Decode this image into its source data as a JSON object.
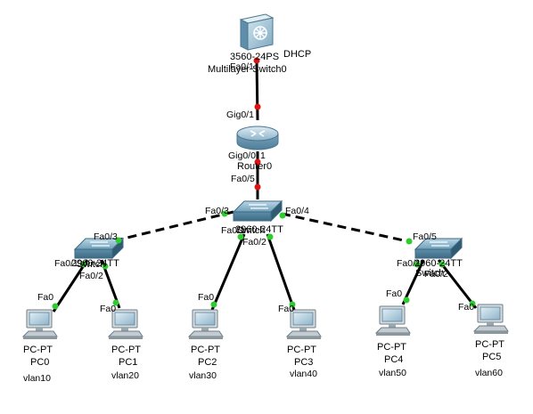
{
  "topology": {
    "devices": {
      "mlsw": {
        "model": "3560-24PS",
        "name": "Multilayer Switch0",
        "note": "DHCP",
        "icon": "multilayer-switch-icon"
      },
      "router": {
        "model": "",
        "name": "Router0",
        "icon": "router-icon"
      },
      "sw_core": {
        "model": "2960-24TT",
        "name": "Switch",
        "icon": "switch-icon"
      },
      "sw_left": {
        "model": "2960-24TT",
        "name": "Switch",
        "icon": "switch-icon"
      },
      "sw_right": {
        "model": "2960-24TT",
        "name": "Switch",
        "icon": "switch-icon"
      },
      "pc0": {
        "model": "PC-PT",
        "name": "PC0",
        "vlan": "vlan10",
        "icon": "pc-icon"
      },
      "pc1": {
        "model": "PC-PT",
        "name": "PC1",
        "vlan": "vlan20",
        "icon": "pc-icon"
      },
      "pc2": {
        "model": "PC-PT",
        "name": "PC2",
        "vlan": "vlan30",
        "icon": "pc-icon"
      },
      "pc3": {
        "model": "PC-PT",
        "name": "PC3",
        "vlan": "vlan40",
        "icon": "pc-icon"
      },
      "pc4": {
        "model": "PC-PT",
        "name": "PC4",
        "vlan": "vlan50",
        "icon": "pc-icon"
      },
      "pc5": {
        "model": "PC-PT",
        "name": "PC5",
        "vlan": "vlan60",
        "icon": "pc-icon"
      }
    },
    "ports": {
      "mlsw_fa01": "Fa0/1",
      "router_gig01": "Gig0/1",
      "router_gig00": "Gig0/0",
      "router_pipe": "1",
      "core_fa05": "Fa0/5",
      "core_fa03": "Fa0/3",
      "core_fa04": "Fa0/4",
      "core_fa01": "Fa0/1",
      "core_fa02": "Fa0/2",
      "left_fa03": "Fa0/3",
      "left_fa01": "Fa0/1",
      "left_fa02": "Fa0/2",
      "right_fa05": "Fa0/5",
      "right_fa01": "Fa0/1",
      "right_fa02": "Fa0/2",
      "pc_fa0": "Fa0"
    },
    "colors": {
      "link": "#000000",
      "link_up": "#2ecc2e",
      "link_down": "#e01010"
    }
  }
}
